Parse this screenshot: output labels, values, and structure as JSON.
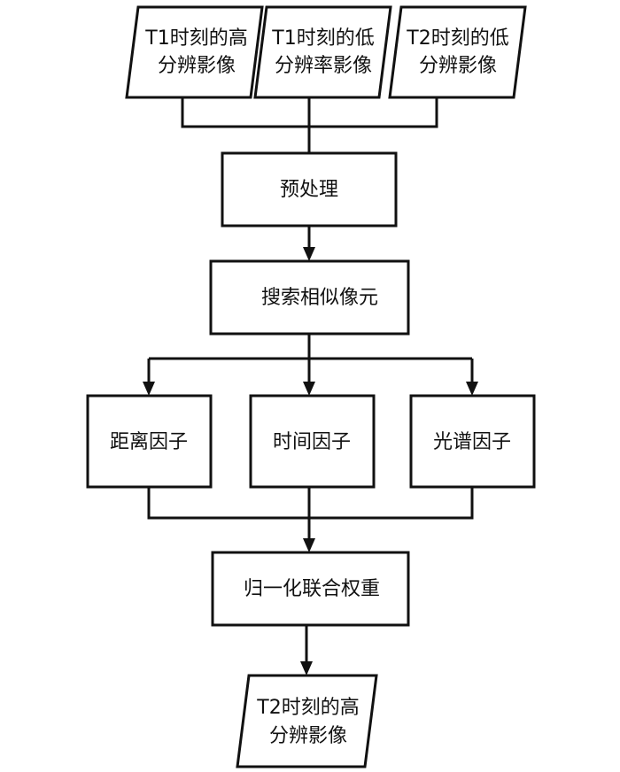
{
  "inputs": {
    "t1_high": {
      "line1": "T1时刻的高",
      "line2": "分辨影像"
    },
    "t1_low": {
      "line1": "T1时刻的低",
      "line2": "分辨率影像"
    },
    "t2_low": {
      "line1": "T2时刻的低",
      "line2": "分辨影像"
    }
  },
  "steps": {
    "preprocess": "预处理",
    "search": "搜索相似像元",
    "distance_factor": "距离因子",
    "time_factor": "时间因子",
    "spectral_factor": "光谱因子",
    "combine": "归一化联合权重"
  },
  "output": {
    "line1": "T2时刻的高",
    "line2": "分辨影像"
  },
  "colors": {
    "stroke": "#111111",
    "fill": "#ffffff"
  }
}
